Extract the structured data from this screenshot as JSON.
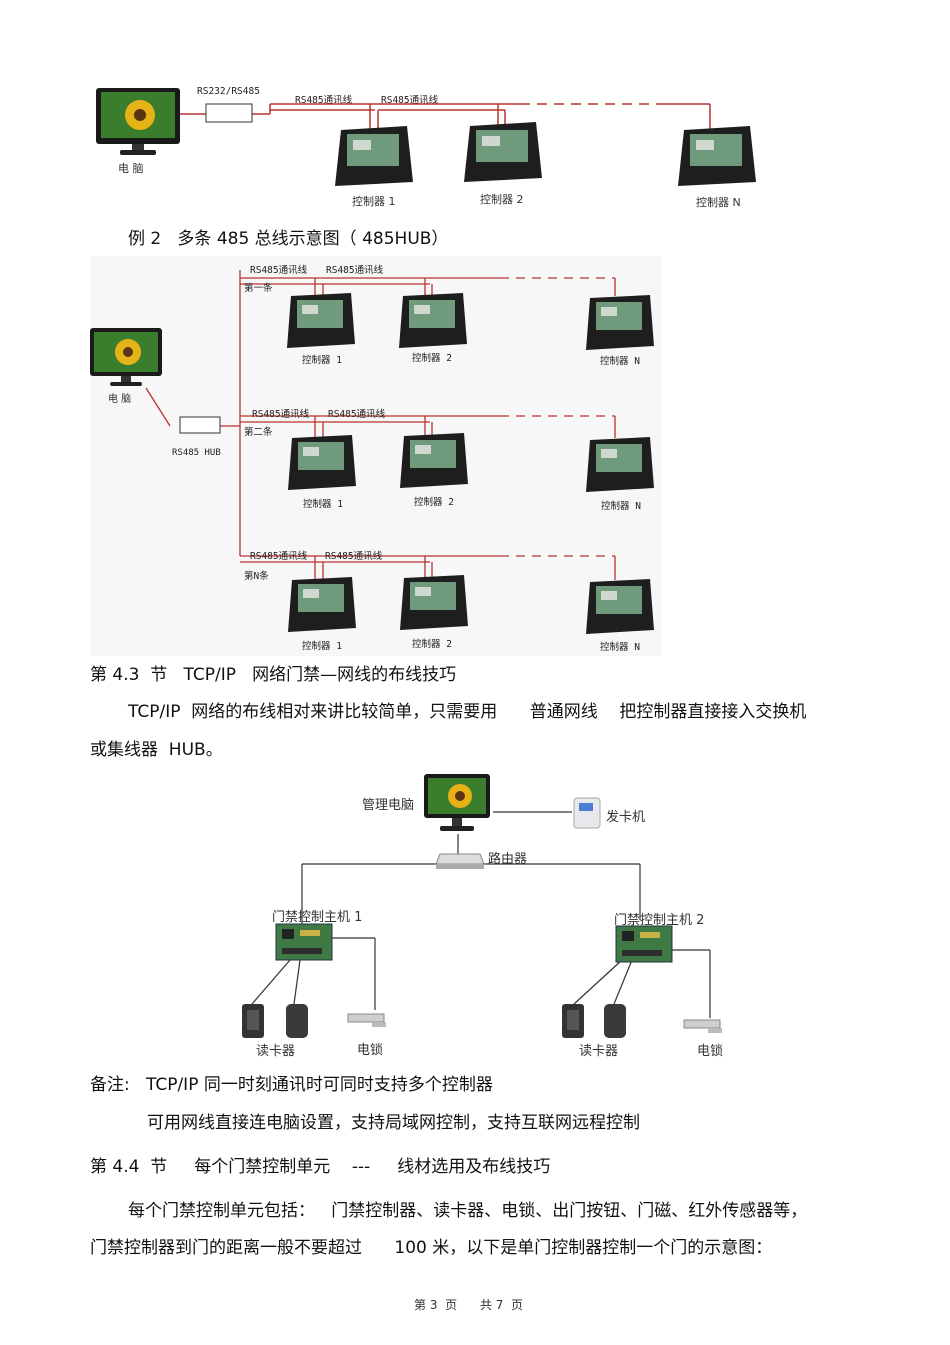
{
  "diagram1": {
    "pc_label": "电 脑",
    "converter_label": "RS232/RS485",
    "bus_label_1": "RS485通讯线",
    "bus_label_2": "RS485通讯线",
    "controllers": [
      "控制器 1",
      "控制器 2",
      "控制器 N"
    ]
  },
  "caption1": "例 2   多条 485 总线示意图（ 485HUB）",
  "diagram2": {
    "pc_label": "电 脑",
    "hub_label": "RS485 HUB",
    "rows": [
      {
        "row_label": "第一条",
        "bus_label_1": "RS485通讯线",
        "bus_label_2": "RS485通讯线",
        "controllers": [
          "控制器 1",
          "控制器 2",
          "控制器 N"
        ]
      },
      {
        "row_label": "第二条",
        "bus_label_1": "RS485通讯线",
        "bus_label_2": "RS485通讯线",
        "controllers": [
          "控制器 1",
          "控制器 2",
          "控制器 N"
        ]
      },
      {
        "row_label": "第N条",
        "bus_label_1": "RS485通讯线",
        "bus_label_2": "RS485通讯线",
        "controllers": [
          "控制器 1",
          "控制器 2",
          "控制器 N"
        ]
      }
    ]
  },
  "section_43": {
    "heading": "第 4.3  节   TCP/IP   网络门禁—网线的布线技巧",
    "para_line1": "TCP/IP  网络的布线相对来讲比较简单，只需要用      普通网线    把控制器直接接入交换机",
    "para_line2": "或集线器  HUB。"
  },
  "diagram3": {
    "pc_label": "管理电脑",
    "card_issuer_label": "发卡机",
    "router_label": "路由器",
    "host1_label": "门禁控制主机 1",
    "host2_label": "门禁控制主机 2",
    "reader_label_1": "读卡器",
    "lock_label_1": "电锁",
    "reader_label_2": "读卡器",
    "lock_label_2": "电锁"
  },
  "notes": {
    "line1": "备注:   TCP/IP 同一时刻通讯时可同时支持多个控制器",
    "line2": "可用网线直接连电脑设置，支持局域网控制，支持互联网远程控制"
  },
  "section_44": {
    "heading": "第 4.4  节     每个门禁控制单元    ---     线材选用及布线技巧",
    "para_line1": "每个门禁控制单元包括：   门禁控制器、读卡器、电锁、出门按钮、门磁、红外传感器等，",
    "para_line2": "门禁控制器到门的距离一般不要超过      100 米，以下是单门控制器控制一个门的示意图："
  },
  "footer": {
    "page_label": "第 3  页      共 7  页"
  },
  "colors": {
    "bus_line": "#b8322e",
    "box_dark": "#1e1e1e",
    "board_green": "#6f9a7c"
  }
}
